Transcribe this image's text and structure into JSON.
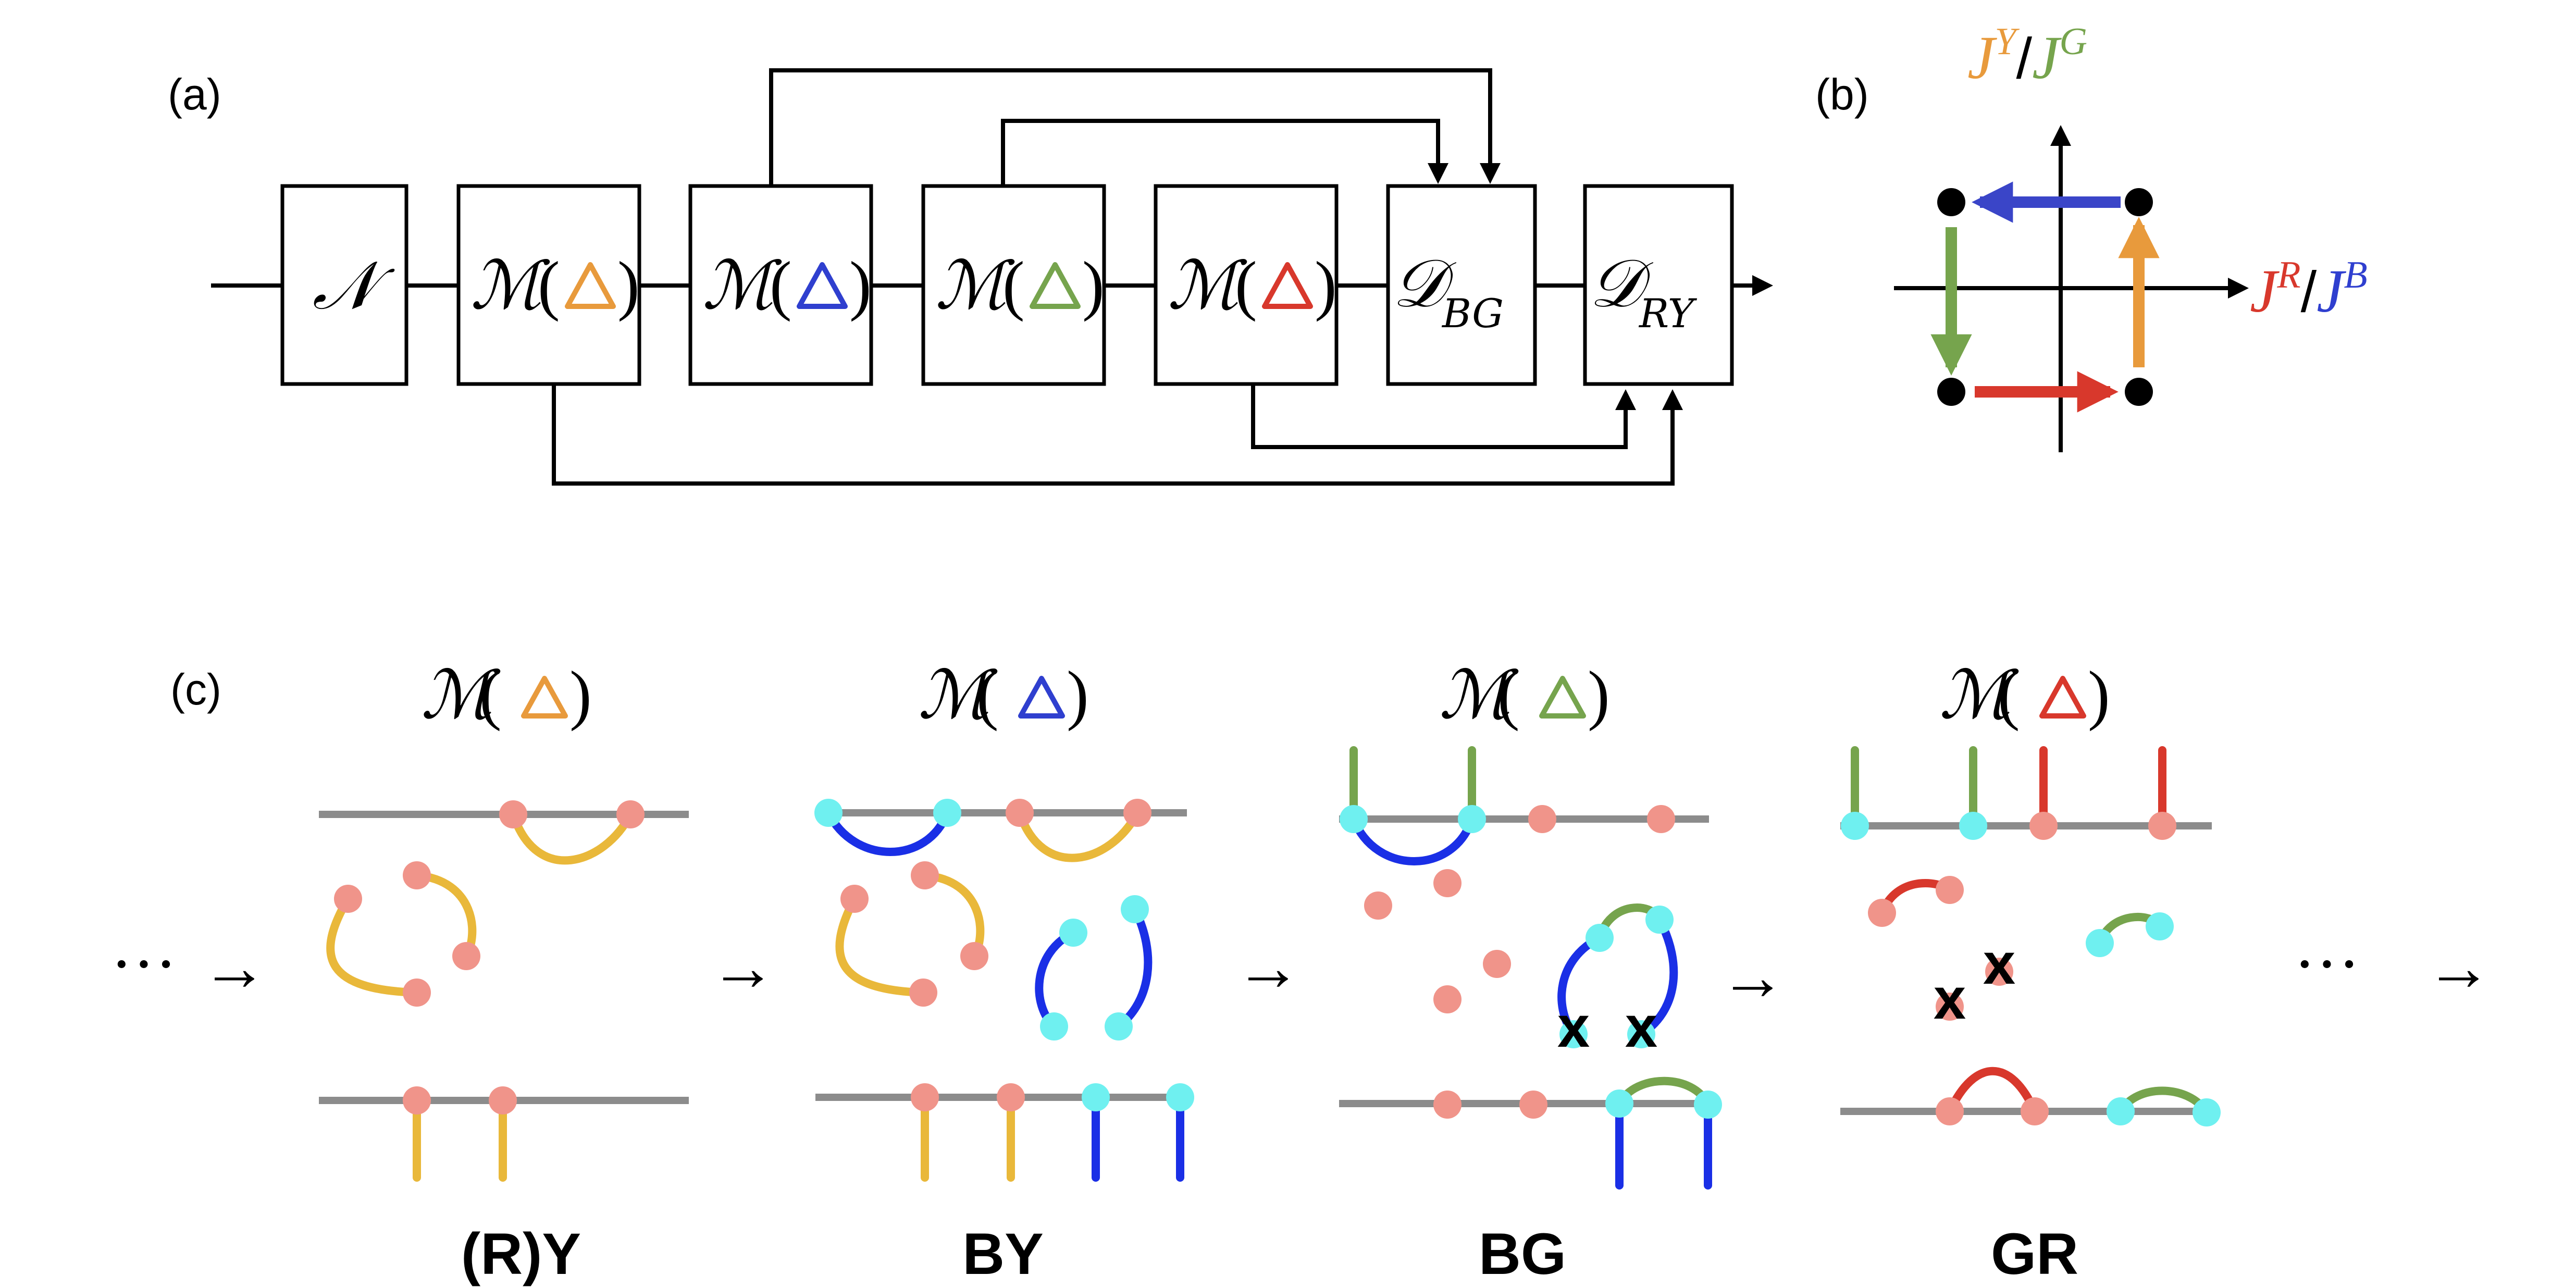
{
  "panel_labels": {
    "a": "(a)",
    "b": "(b)",
    "c": "(c)"
  },
  "colors": {
    "orange": "#e89a3c",
    "blue": "#2f3fcf",
    "green": "#76a44d",
    "red": "#d8382c",
    "yellow": "#e9b83a",
    "strand_blue": "#1a2fe6",
    "cyan": "#6ff0f0",
    "pink": "#f0948a",
    "gray": "#8c8c8c"
  },
  "circuit": {
    "noise_symbol": "𝒩",
    "measure_symbol": "ℳ",
    "decoder_symbol": "𝒟",
    "paren_open": "(",
    "paren_close": ")",
    "decoder_BG_sub": "BG",
    "decoder_RY_sub": "RY",
    "measure_colors": [
      "orange",
      "blue",
      "green",
      "red"
    ]
  },
  "axes": {
    "y_main": "J",
    "y_sup1": "Y",
    "y_sep": "/",
    "y_sup2": "G",
    "x_main": "J",
    "x_sup1": "R",
    "x_sep": "/",
    "x_sup2": "B"
  },
  "sequence": {
    "ellipsis": "···",
    "arrow": "→",
    "steps": [
      {
        "measure_color": "orange",
        "label": "(R)Y"
      },
      {
        "measure_color": "blue",
        "label": "BY"
      },
      {
        "measure_color": "green",
        "label": "BG"
      },
      {
        "measure_color": "red",
        "label": "GR"
      }
    ]
  },
  "marks": {
    "x": "x"
  }
}
